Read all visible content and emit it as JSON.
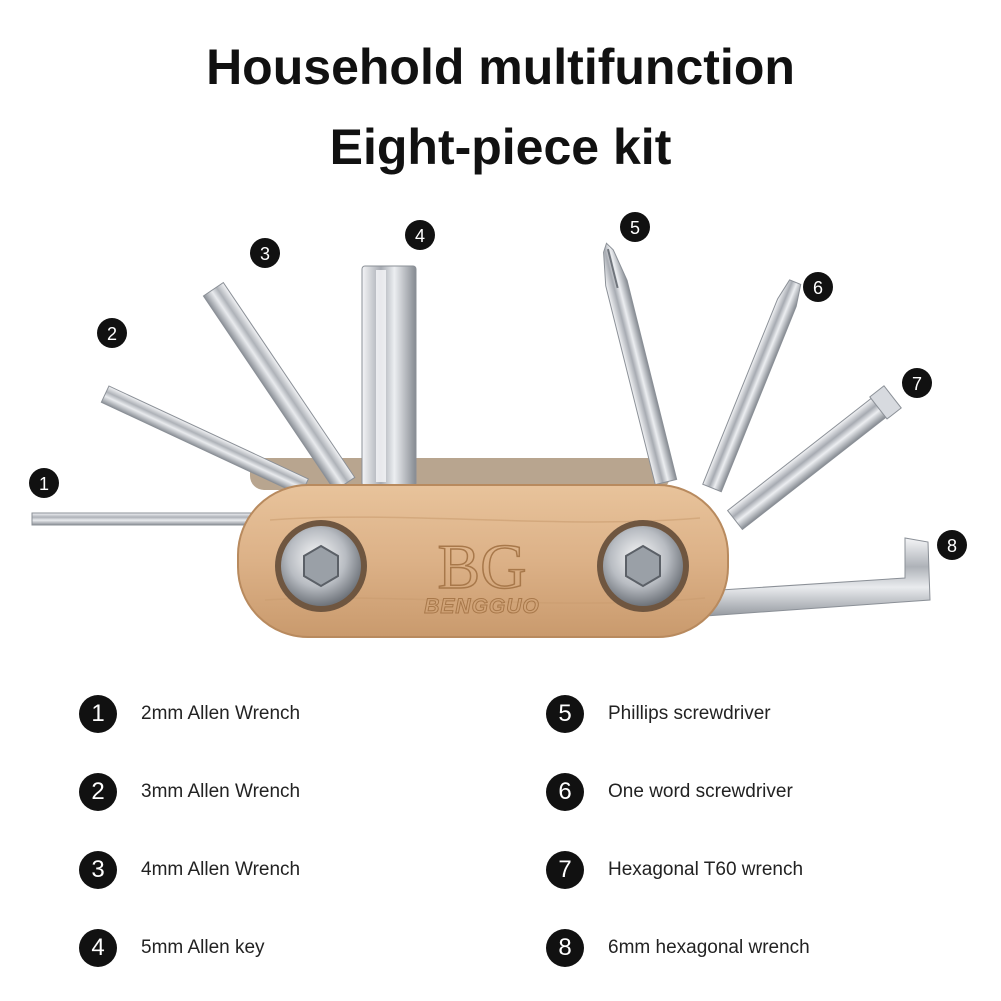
{
  "heading": {
    "line1": "Household multifunction",
    "line2": "Eight-piece kit"
  },
  "brand": {
    "logo_mark": "BG",
    "name": "BENGGUO"
  },
  "callouts": [
    "1",
    "2",
    "3",
    "4",
    "5",
    "6",
    "7",
    "8"
  ],
  "legend": [
    {
      "num": "1",
      "text": "2mm Allen Wrench"
    },
    {
      "num": "2",
      "text": "3mm Allen Wrench"
    },
    {
      "num": "3",
      "text": "4mm Allen Wrench"
    },
    {
      "num": "4",
      "text": "5mm Allen key"
    },
    {
      "num": "5",
      "text": "Phillips screwdriver"
    },
    {
      "num": "6",
      "text": "One word screwdriver"
    },
    {
      "num": "7",
      "text": "Hexagonal T60 wrench"
    },
    {
      "num": "8",
      "text": "6mm hexagonal wrench"
    }
  ],
  "colors": {
    "wood": "#dcb187",
    "metal": "#c9ccd0",
    "badge": "#111111"
  }
}
